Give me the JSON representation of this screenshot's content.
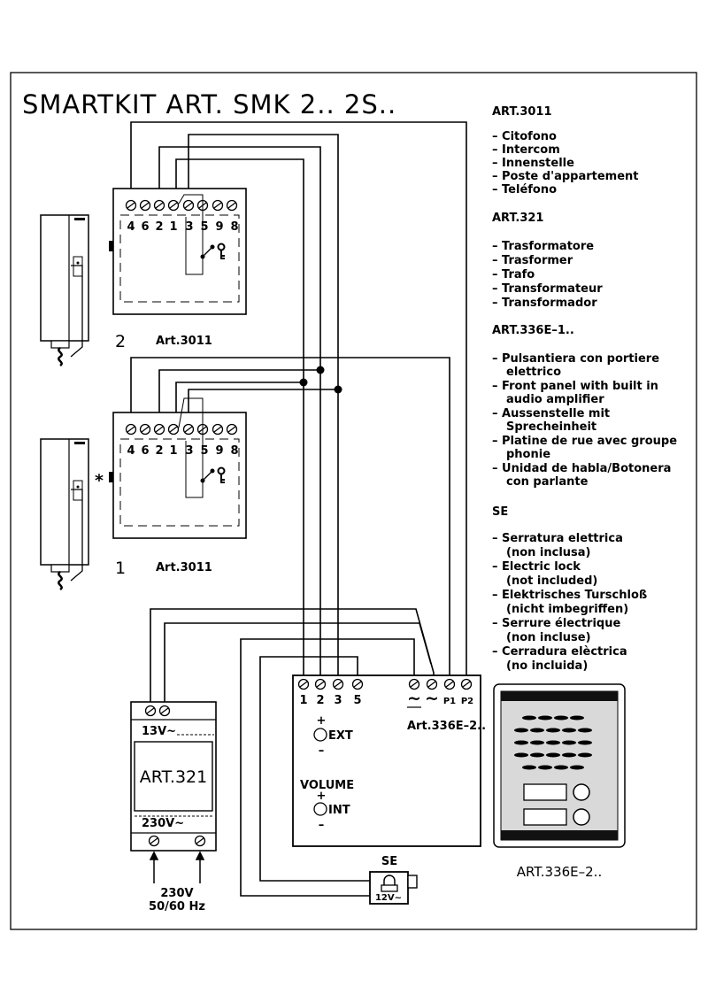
{
  "title": "SMARTKIT ART. SMK 2.. 2S..",
  "legend": {
    "art3011": {
      "heading": "ART.3011",
      "items": [
        "– Citofono",
        "– Intercom",
        "– Innenstelle",
        "– Poste d'appartement",
        "– Teléfono"
      ]
    },
    "art321": {
      "heading": "ART.321",
      "items": [
        "– Trasformatore",
        "– Trasformer",
        "– Trafo",
        "– Transformateur",
        "– Transformador"
      ]
    },
    "art336": {
      "heading": "ART.336E–1..",
      "lines": [
        "– Pulsantiera con portiere",
        "elettrico",
        "– Front panel with built in",
        "audio amplifier",
        "– Aussenstelle mit",
        "Sprecheinheit",
        "– Platine de rue avec groupe",
        "phonie",
        "– Unidad de habla/Botonera",
        "con  parlante"
      ]
    },
    "se": {
      "heading": "SE",
      "lines": [
        "– Serratura elettrica",
        "(non inclusa)",
        "– Electric lock",
        "(not included)",
        "– Elektrisches Turschloß",
        "(nicht imbegriffen)",
        "– Serrure électrique",
        "(non incluse)",
        "– Cerradura elèctrica",
        "(no incluida)"
      ]
    }
  },
  "intercom_2": {
    "number": "2",
    "label": "Art.3011",
    "terminals": [
      "4",
      "6",
      "2",
      "1",
      "3",
      "5",
      "9",
      "8"
    ]
  },
  "intercom_1": {
    "number": "1",
    "label": "Art.3011",
    "terminals": [
      "4",
      "6",
      "2",
      "1",
      "3",
      "5",
      "9",
      "8"
    ],
    "asterisk": "*"
  },
  "amplifier": {
    "label": "Art.336E–2..",
    "terminals": [
      "1",
      "2",
      "3",
      "5",
      "P1",
      "P2"
    ],
    "ac_symbol": "~",
    "ext": "EXT",
    "int": "INT",
    "volume": "VOLUME",
    "plus": "+",
    "minus": "–"
  },
  "transformer": {
    "name": "ART.321",
    "output": "13V~",
    "input": "230V~",
    "supply_line1": "230V",
    "supply_line2": "50/60 Hz"
  },
  "lock": {
    "label": "SE",
    "voltage": "12V~"
  },
  "front_panel": {
    "label": "ART.336E–2.."
  },
  "colors": {
    "line": "#000000",
    "panel_bg": "#d9d9d9",
    "panel_bezel": "#111111"
  }
}
